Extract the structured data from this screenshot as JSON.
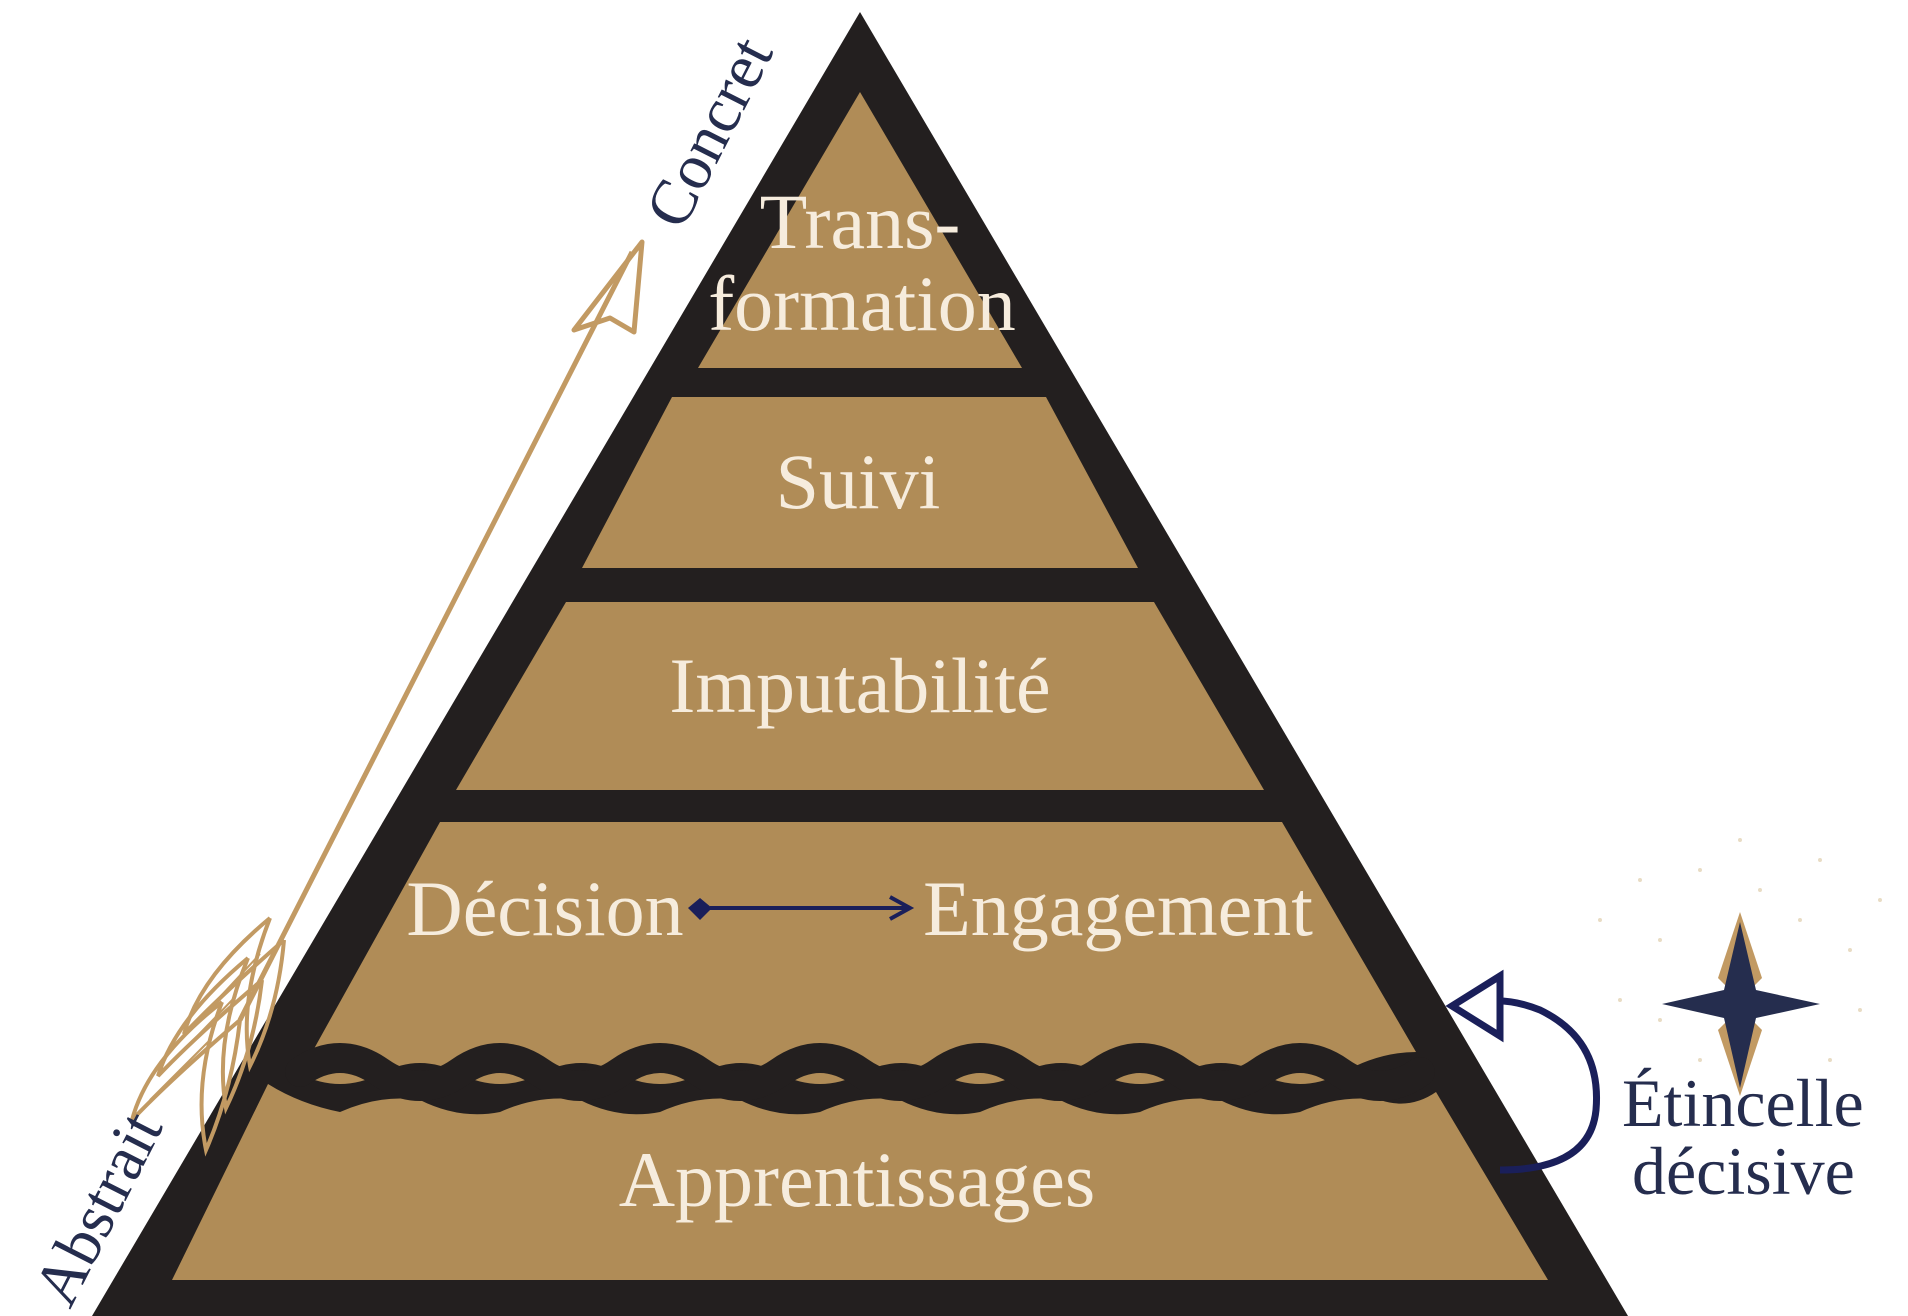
{
  "axis": {
    "bottom_label": "Abstrait",
    "top_label": "Concret"
  },
  "levels": {
    "top_line1": "Trans-",
    "top_line2": "formation",
    "second": "Suivi",
    "third": "Imputabilité",
    "fourth_left": "Décision",
    "fourth_right": "Engagement",
    "base": "Apprentissages"
  },
  "annotation": {
    "line1": "Étincelle",
    "line2": "décisive"
  },
  "colors": {
    "fill": "#b08c57",
    "outline": "#231f1f",
    "text": "#f6ecdd",
    "navy": "#1a1f5a",
    "label": "#252d4e",
    "gold_line": "#c29a63"
  }
}
